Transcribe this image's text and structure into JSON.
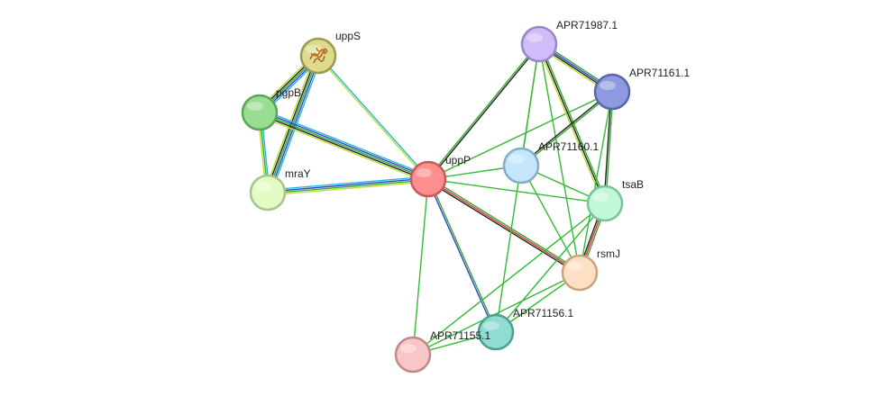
{
  "network": {
    "nodes": [
      {
        "id": "uppS",
        "label": "uppS",
        "fill": "#dcdc8c",
        "stroke": "#9a9a50",
        "has_structure_icon": true
      },
      {
        "id": "pgpB",
        "label": "pgpB",
        "fill": "#99dd90",
        "stroke": "#5aa55a",
        "has_structure_icon": false
      },
      {
        "id": "mraY",
        "label": "mraY",
        "fill": "#e2fcc4",
        "stroke": "#a8c48c",
        "has_structure_icon": false
      },
      {
        "id": "uppP",
        "label": "uppP",
        "fill": "#ff8e8e",
        "stroke": "#c85a5a",
        "has_structure_icon": false
      },
      {
        "id": "APR71987.1",
        "label": "APR71987.1",
        "fill": "#cfbcf8",
        "stroke": "#9a86c8",
        "has_structure_icon": false
      },
      {
        "id": "APR71161.1",
        "label": "APR71161.1",
        "fill": "#8e9ae0",
        "stroke": "#5a64a8",
        "has_structure_icon": false
      },
      {
        "id": "APR71160.1",
        "label": "APR71160.1",
        "fill": "#c4e8fa",
        "stroke": "#84acc4",
        "has_structure_icon": false
      },
      {
        "id": "tsaB",
        "label": "tsaB",
        "fill": "#c0f8d8",
        "stroke": "#76c498",
        "has_structure_icon": false
      },
      {
        "id": "rsmJ",
        "label": "rsmJ",
        "fill": "#fde0c4",
        "stroke": "#c8a482",
        "has_structure_icon": false
      },
      {
        "id": "APR71156.1",
        "label": "APR71156.1",
        "fill": "#8edcd2",
        "stroke": "#4e9e94",
        "has_structure_icon": false
      },
      {
        "id": "APR71155.1",
        "label": "APR71155.1",
        "fill": "#f8c6c6",
        "stroke": "#c08888",
        "has_structure_icon": false
      }
    ],
    "edges": [
      {
        "source": "uppS",
        "target": "pgpB",
        "colors": [
          "#22bbdd",
          "#3344cc",
          "#33aa33",
          "#222222",
          "#bbdd33"
        ]
      },
      {
        "source": "uppS",
        "target": "mraY",
        "colors": [
          "#22bbdd",
          "#3344cc",
          "#33aa33",
          "#222222",
          "#bbdd33"
        ]
      },
      {
        "source": "uppS",
        "target": "uppP",
        "colors": [
          "#22bbdd",
          "#bbdd33"
        ]
      },
      {
        "source": "pgpB",
        "target": "mraY",
        "colors": [
          "#22bbdd",
          "#33aa33",
          "#bbdd33"
        ]
      },
      {
        "source": "pgpB",
        "target": "uppP",
        "colors": [
          "#22bbdd",
          "#3344cc",
          "#33aa33",
          "#222222",
          "#bbdd33"
        ]
      },
      {
        "source": "mraY",
        "target": "uppP",
        "colors": [
          "#22bbdd",
          "#3344cc",
          "#33aa33",
          "#bbdd33"
        ]
      },
      {
        "source": "uppP",
        "target": "APR71987.1",
        "colors": [
          "#33aa33",
          "#222222"
        ]
      },
      {
        "source": "uppP",
        "target": "APR71161.1",
        "colors": [
          "#33bb33"
        ]
      },
      {
        "source": "uppP",
        "target": "APR71160.1",
        "colors": [
          "#33bb33"
        ]
      },
      {
        "source": "uppP",
        "target": "tsaB",
        "colors": [
          "#33bb33"
        ]
      },
      {
        "source": "uppP",
        "target": "rsmJ",
        "colors": [
          "#33aa33",
          "#dd3333",
          "#222222"
        ]
      },
      {
        "source": "uppP",
        "target": "APR71156.1",
        "colors": [
          "#33aa33",
          "#3344cc"
        ]
      },
      {
        "source": "uppP",
        "target": "APR71155.1",
        "colors": [
          "#33bb33"
        ]
      },
      {
        "source": "APR71987.1",
        "target": "APR71161.1",
        "colors": [
          "#33aa33",
          "#3344cc",
          "#222222",
          "#bbdd33"
        ]
      },
      {
        "source": "APR71987.1",
        "target": "tsaB",
        "colors": [
          "#33aa33",
          "#222222",
          "#bbdd33"
        ]
      },
      {
        "source": "APR71987.1",
        "target": "rsmJ",
        "colors": [
          "#33bb33"
        ]
      },
      {
        "source": "APR71987.1",
        "target": "APR71160.1",
        "colors": [
          "#33bb33"
        ]
      },
      {
        "source": "APR71987.1",
        "target": "APR71156.1",
        "colors": [
          "#33bb33"
        ]
      },
      {
        "source": "APR71161.1",
        "target": "APR71160.1",
        "colors": [
          "#33aa33",
          "#222222"
        ]
      },
      {
        "source": "APR71161.1",
        "target": "tsaB",
        "colors": [
          "#33aa33",
          "#222222"
        ]
      },
      {
        "source": "APR71161.1",
        "target": "rsmJ",
        "colors": [
          "#33bb33"
        ]
      },
      {
        "source": "APR71160.1",
        "target": "tsaB",
        "colors": [
          "#33bb33"
        ]
      },
      {
        "source": "APR71160.1",
        "target": "rsmJ",
        "colors": [
          "#33bb33"
        ]
      },
      {
        "source": "tsaB",
        "target": "rsmJ",
        "colors": [
          "#33aa33",
          "#dd3333",
          "#222222"
        ]
      },
      {
        "source": "tsaB",
        "target": "APR71156.1",
        "colors": [
          "#33bb33"
        ]
      },
      {
        "source": "tsaB",
        "target": "APR71155.1",
        "colors": [
          "#33bb33"
        ]
      },
      {
        "source": "rsmJ",
        "target": "APR71156.1",
        "colors": [
          "#33bb33"
        ]
      },
      {
        "source": "rsmJ",
        "target": "APR71155.1",
        "colors": [
          "#33bb33"
        ]
      },
      {
        "source": "APR71156.1",
        "target": "APR71155.1",
        "colors": [
          "#33bb33"
        ]
      }
    ]
  }
}
